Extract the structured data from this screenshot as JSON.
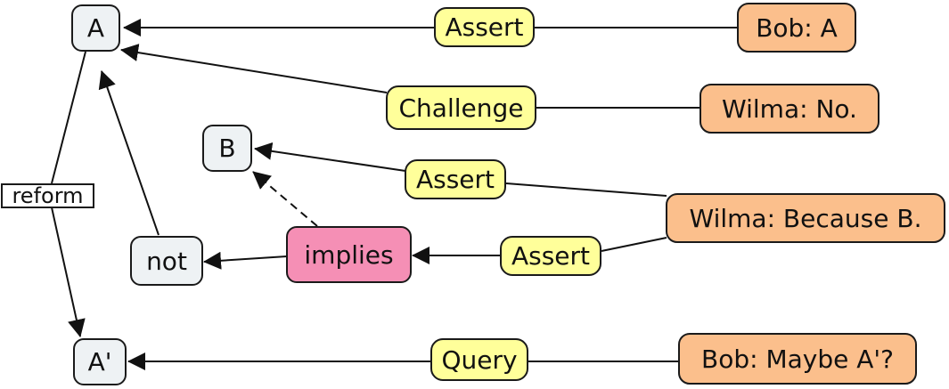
{
  "nodes": {
    "a": "A",
    "b": "B",
    "not": "not",
    "a_prime": "A'",
    "implies": "implies",
    "assert1": "Assert",
    "challenge": "Challenge",
    "assert2": "Assert",
    "assert3": "Assert",
    "query": "Query",
    "bob_a": "Bob: A",
    "wilma_no": "Wilma: No.",
    "wilma_because": "Wilma: Because B.",
    "bob_maybe": "Bob: Maybe A'?"
  },
  "edge_labels": {
    "reform": "reform"
  },
  "colors": {
    "concept": "#eef2f4",
    "relation": "#ffff9a",
    "speaker": "#fbbf8c",
    "implies": "#f58fb5",
    "line": "#111111"
  }
}
